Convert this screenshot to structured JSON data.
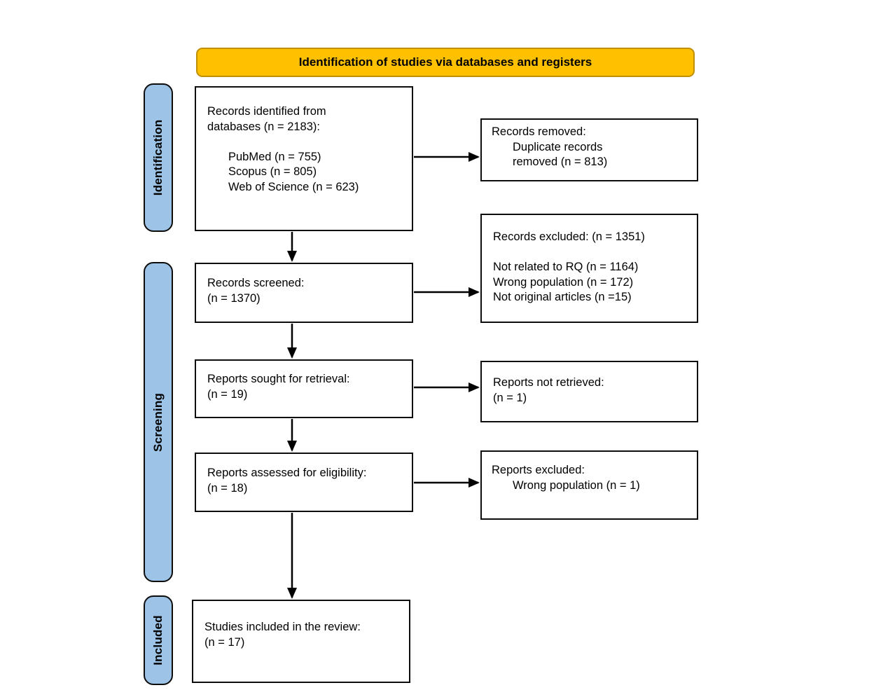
{
  "banner": {
    "title": "Identification of studies via databases and registers",
    "fill_color": "#FFC000",
    "border_color": "#BF9000"
  },
  "sidebar": {
    "fill_color": "#9DC3E6",
    "border_color": "#000000",
    "stages": [
      {
        "label": "Identification"
      },
      {
        "label": "Screening"
      },
      {
        "label": "Included"
      }
    ]
  },
  "boxes": {
    "records_identified": {
      "lines": [
        "Records identified from",
        "databases (n = 2183):",
        "",
        "PubMed (n = 755)",
        "Scopus (n = 805)",
        "Web of Science (n = 623)"
      ]
    },
    "records_removed": {
      "lines": [
        "Records removed:",
        "Duplicate records",
        "removed (n = 813)"
      ]
    },
    "records_screened": {
      "lines": [
        "Records screened:",
        "(n = 1370)"
      ]
    },
    "records_excluded": {
      "lines": [
        "Records excluded: (n = 1351)",
        "",
        "Not related to RQ (n = 1164)",
        "Wrong population (n = 172)",
        "Not original articles (n =15)"
      ]
    },
    "reports_sought": {
      "lines": [
        "Reports sought for retrieval:",
        "(n = 19)"
      ]
    },
    "reports_not_retrieved": {
      "lines": [
        "Reports not retrieved:",
        "(n = 1)"
      ]
    },
    "reports_assessed": {
      "lines": [
        "Reports assessed for eligibility:",
        "(n = 18)"
      ]
    },
    "reports_excluded": {
      "lines": [
        "Reports excluded:",
        "Wrong population (n = 1)"
      ]
    },
    "studies_included": {
      "lines": [
        "Studies included in the review:",
        "(n = 17)"
      ]
    }
  }
}
